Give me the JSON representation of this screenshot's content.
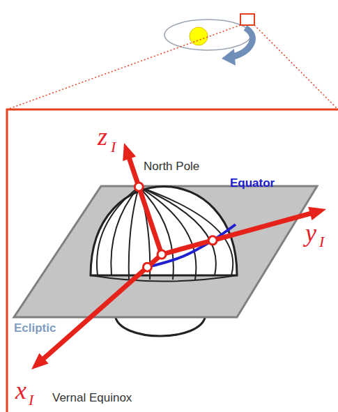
{
  "diagram": {
    "labels": [
      "z",
      "I",
      "North Pole",
      "Equator",
      "y",
      "I",
      "Ecliptic",
      "x",
      "I",
      "Vernal Equinox"
    ]
  }
}
